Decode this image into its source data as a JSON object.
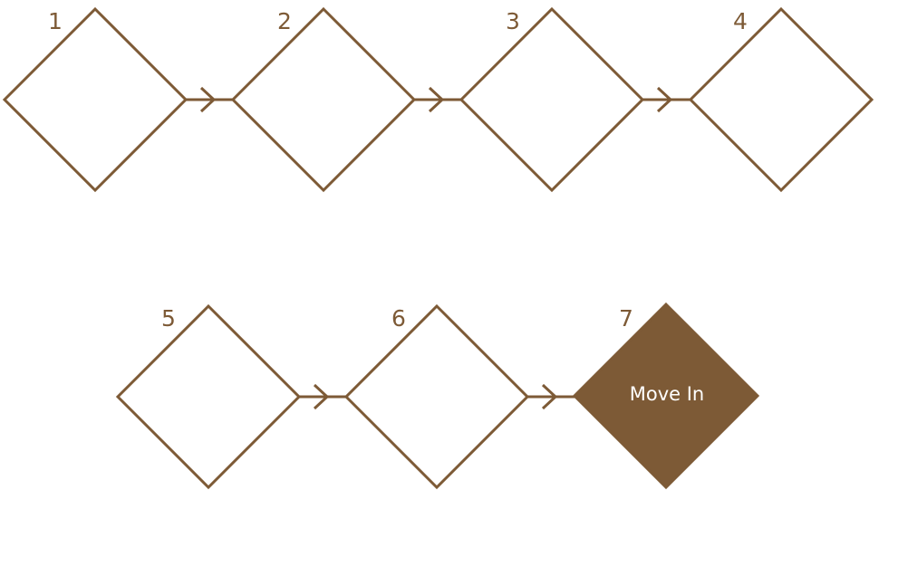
{
  "colors": {
    "accent": "#7d5a36",
    "background": "#ffffff",
    "label_on_accent": "#ffffff"
  },
  "steps": [
    {
      "number": "1",
      "label": "",
      "filled": false
    },
    {
      "number": "2",
      "label": "",
      "filled": false
    },
    {
      "number": "3",
      "label": "",
      "filled": false
    },
    {
      "number": "4",
      "label": "",
      "filled": false
    },
    {
      "number": "5",
      "label": "",
      "filled": false
    },
    {
      "number": "6",
      "label": "",
      "filled": false
    },
    {
      "number": "7",
      "label": "Move In",
      "filled": true
    }
  ],
  "connections": [
    {
      "from": "1",
      "to": "2"
    },
    {
      "from": "2",
      "to": "3"
    },
    {
      "from": "3",
      "to": "4"
    },
    {
      "from": "5",
      "to": "6"
    },
    {
      "from": "6",
      "to": "7"
    }
  ]
}
